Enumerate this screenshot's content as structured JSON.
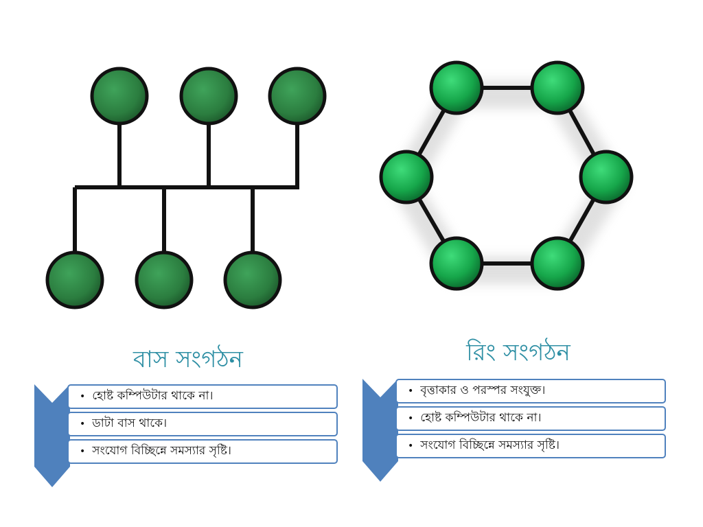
{
  "bus": {
    "title": "বাস সংগঠন",
    "items": [
      "হোষ্ট কম্পিউটার থাকে না।",
      "ডাটা বাস থাকে।",
      "সংযোগ বিচ্ছিন্নে সমস্যার সৃষ্টি।"
    ]
  },
  "ring": {
    "title": "রিং সংগঠন",
    "items": [
      "বৃত্তাকার ও পরস্পর সংযুক্ত।",
      "হোষ্ট কম্পিউটার থাকে না।",
      "সংযোগ বিচ্ছিন্নে সমস্যার সৃষ্টি।"
    ]
  },
  "colors": {
    "node_fill": "#2e8b46",
    "node_stroke": "#111111",
    "title_text": "#2e8fa4",
    "panel_accent": "#4f81bd"
  }
}
